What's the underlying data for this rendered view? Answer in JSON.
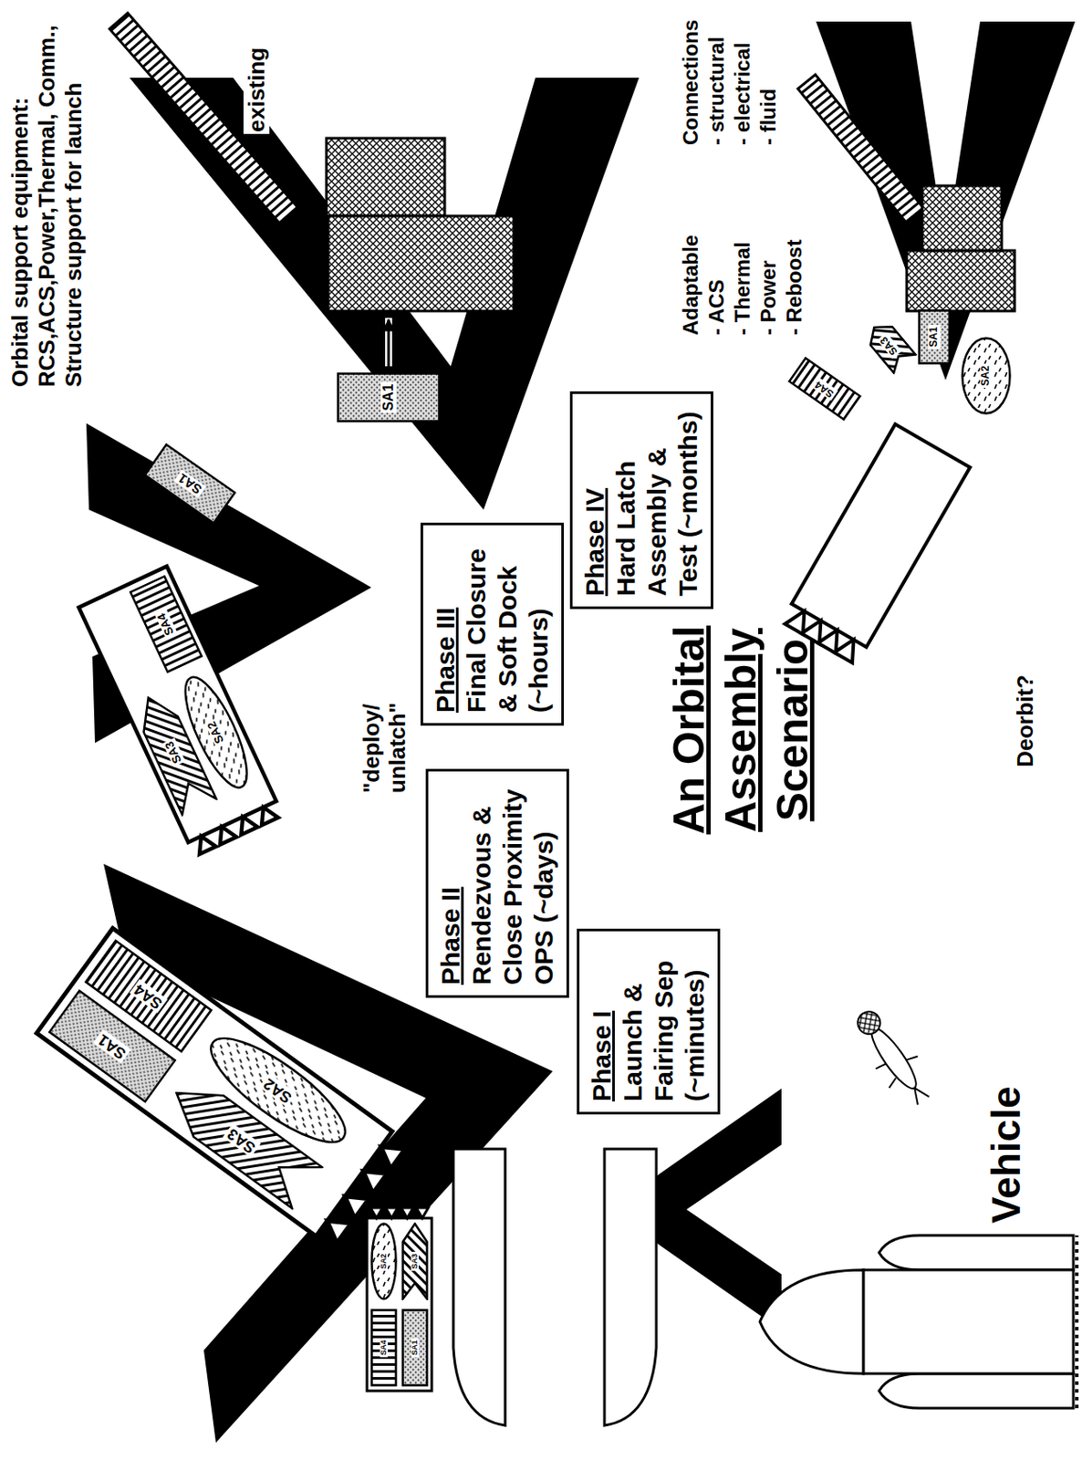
{
  "diagram": {
    "title": "An Orbital Assembly Scenario",
    "nodes": [
      {
        "text": [
          "Phase I",
          "Launch & Fairing Sep (~minutes)"
        ]
      },
      {
        "text": [
          "Phase II",
          "Rendezvous & Close Proximity OPS (~days)"
        ]
      },
      {
        "text": [
          "Phase III",
          "Final Closure & Soft Dock (~hours)"
        ]
      },
      {
        "text": [
          "Phase IV",
          "Hard Latch Assembly & Test (~months)"
        ]
      },
      {
        "text": [
          "SA4"
        ]
      },
      {
        "text": [
          "SA2"
        ]
      },
      {
        "text": [
          "SA1"
        ]
      },
      {
        "text": [
          "SA3"
        ]
      },
      {
        "text": [
          "SA1"
        ]
      },
      {
        "text": [
          "SA4"
        ]
      },
      {
        "text": [
          "SA3"
        ]
      },
      {
        "text": [
          "SA2"
        ]
      },
      {
        "text": [
          "SA4"
        ]
      },
      {
        "text": [
          "SA3"
        ]
      },
      {
        "text": [
          "SA2"
        ]
      },
      {
        "text": [
          "SA1"
        ]
      },
      {
        "text": [
          "SA1"
        ]
      },
      {
        "text": [
          "SA4"
        ]
      },
      {
        "text": [
          "SA3"
        ]
      },
      {
        "text": [
          "SA1"
        ]
      },
      {
        "text": [
          "SA2"
        ]
      }
    ],
    "labels": [
      "Orbital support equipment: RCS,ACS,Power,Thermal, Comm., Structure support for launch",
      "Vehicle",
      "\"deploy/ unlatch\"",
      "existing",
      "Adaptable",
      "- ACS",
      "- Thermal",
      "- Power",
      "- Reboost",
      "Connections",
      "- structural",
      "- electrical",
      "- fluid",
      "Deorbit?"
    ]
  }
}
